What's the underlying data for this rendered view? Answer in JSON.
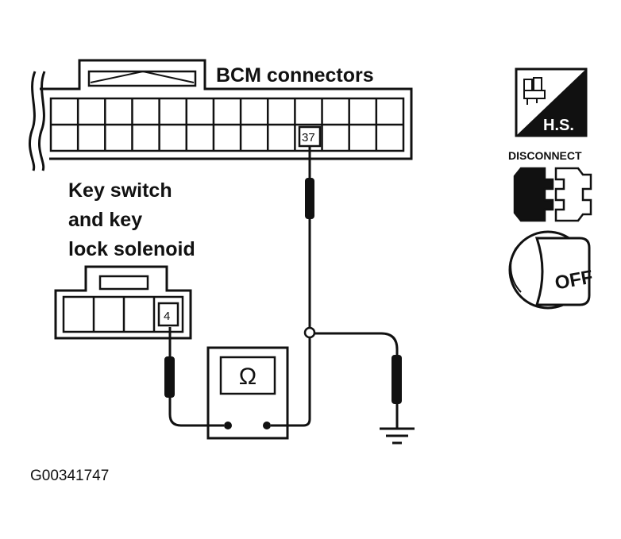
{
  "bcm": {
    "title": "BCM connectors",
    "pin": "37"
  },
  "key_switch": {
    "label_lines": [
      "Key switch",
      "and key",
      "lock solenoid"
    ],
    "pin": "4"
  },
  "meter": {
    "symbol": "Ω"
  },
  "icons": {
    "hs_label": "H.S.",
    "disconnect_label": "DISCONNECT",
    "off_label": "OFF"
  },
  "figure_code": "G00341747"
}
